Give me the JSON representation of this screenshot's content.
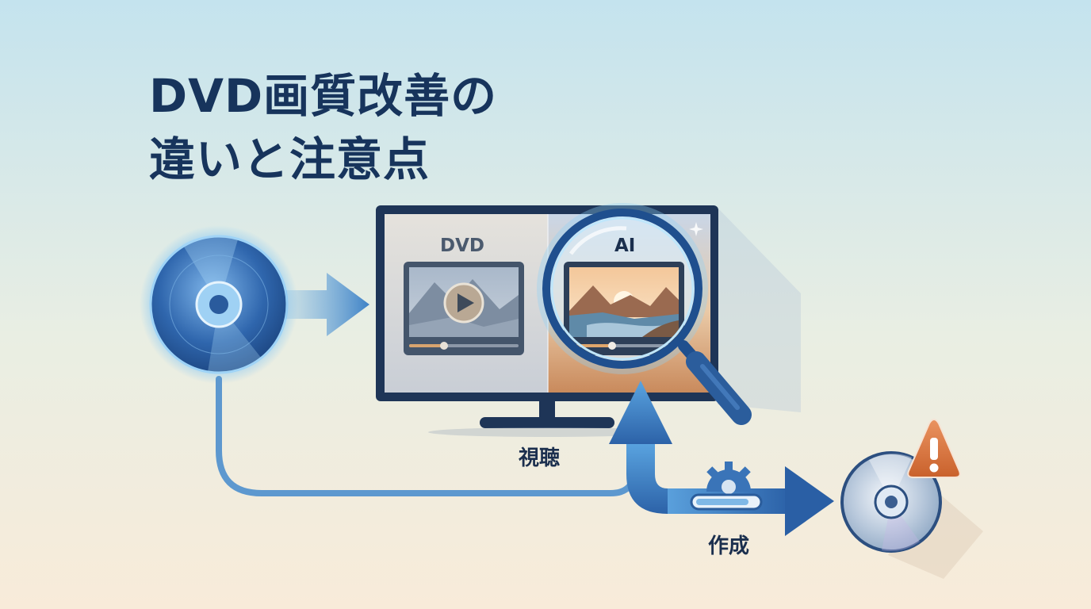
{
  "title": {
    "line1": "DVD画質改善の",
    "line2": "違いと注意点"
  },
  "screen": {
    "left_label": "DVD",
    "right_label": "AI"
  },
  "flow": {
    "watch_label": "視聴",
    "create_label": "作成"
  },
  "colors": {
    "title_text": "#17345c",
    "monitor_frame": "#1e3557",
    "arrow_blue": "#3f7fc2",
    "warning_orange": "#d9773d",
    "bg_top": "#c4e3ee",
    "bg_bottom": "#f8ebd9"
  },
  "icons": [
    "disc-icon",
    "play-icon",
    "magnifier-icon",
    "gear-icon",
    "warning-icon",
    "sparkle-icon"
  ]
}
